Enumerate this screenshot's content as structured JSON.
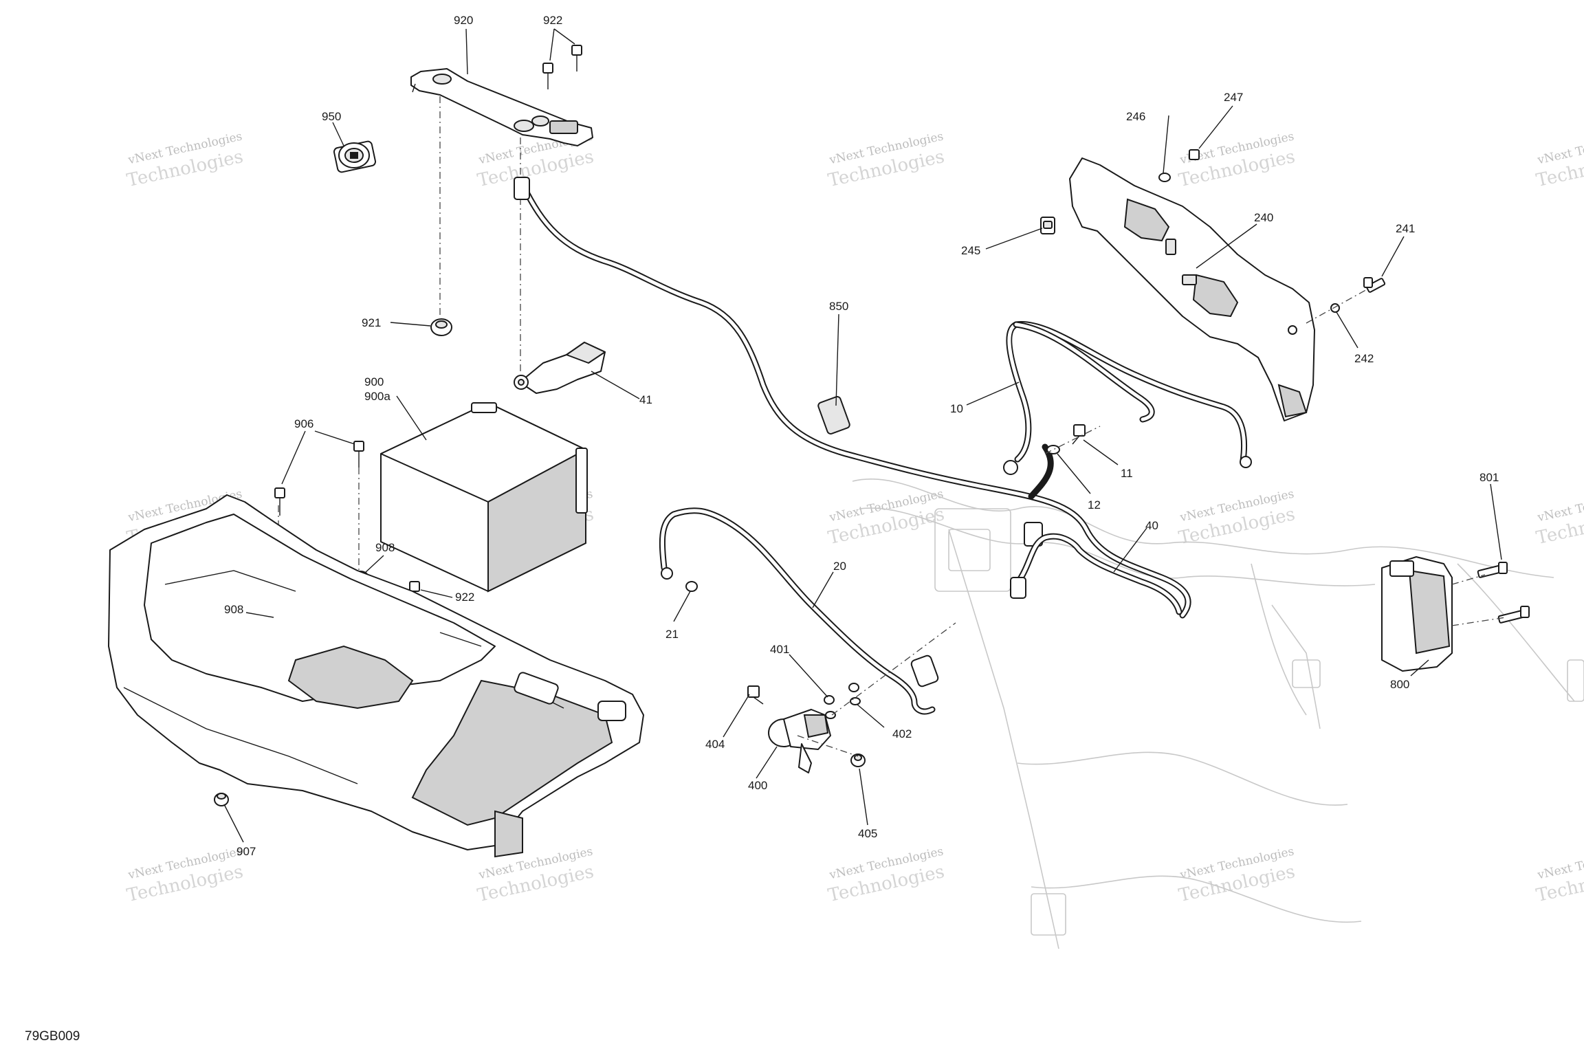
{
  "figure_id": "79GB009",
  "watermark": {
    "line1": "vNext Technologies",
    "line2": "Technologies",
    "line3": "vNext"
  },
  "callouts": {
    "c920": "920",
    "c922a": "922",
    "c950": "950",
    "c921": "921",
    "c900": "900",
    "c900a": "900a",
    "c41": "41",
    "c906": "906",
    "c908a": "908",
    "c908b": "908",
    "c922b": "922",
    "c907": "907",
    "c850": "850",
    "c246": "246",
    "c247": "247",
    "c240": "240",
    "c241": "241",
    "c245": "245",
    "c242": "242",
    "c10": "10",
    "c11": "11",
    "c12": "12",
    "c40": "40",
    "c20": "20",
    "c21": "21",
    "c401": "401",
    "c402": "402",
    "c404": "404",
    "c400": "400",
    "c405": "405",
    "c801": "801",
    "c800": "800"
  }
}
